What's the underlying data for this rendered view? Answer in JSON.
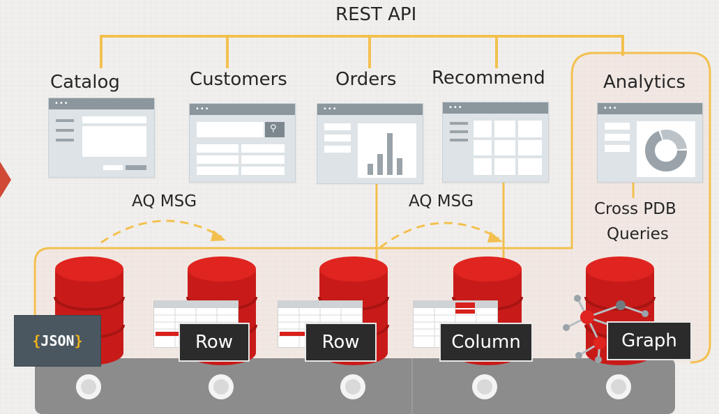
{
  "api_label": "REST API",
  "services": [
    {
      "label": "Catalog"
    },
    {
      "label": "Customers"
    },
    {
      "label": "Orders"
    },
    {
      "label": "Recommend"
    },
    {
      "label": "Analytics"
    }
  ],
  "aq_left": "AQ MSG",
  "aq_right": "AQ MSG",
  "cross_pdb": {
    "line1": "Cross PDB",
    "line2": "Queries"
  },
  "json_badge": {
    "open": "{",
    "word": "JSON",
    "close": "}"
  },
  "data_models": [
    "Row",
    "Row",
    "Column",
    "Graph"
  ],
  "colors": {
    "connector": "#f3c04f",
    "database_red": "#d8201c",
    "belt": "#8c8c8c",
    "tag_bg": "#2b2b2b",
    "window_bar": "#8b969d",
    "dashed_arrow": "#f3c04f"
  },
  "icons": [
    "database-icon",
    "app-window-icon",
    "search-icon",
    "bar-chart-icon",
    "donut-chart-icon",
    "graph-network-icon",
    "spreadsheet-icon",
    "chevron-right-icon"
  ]
}
